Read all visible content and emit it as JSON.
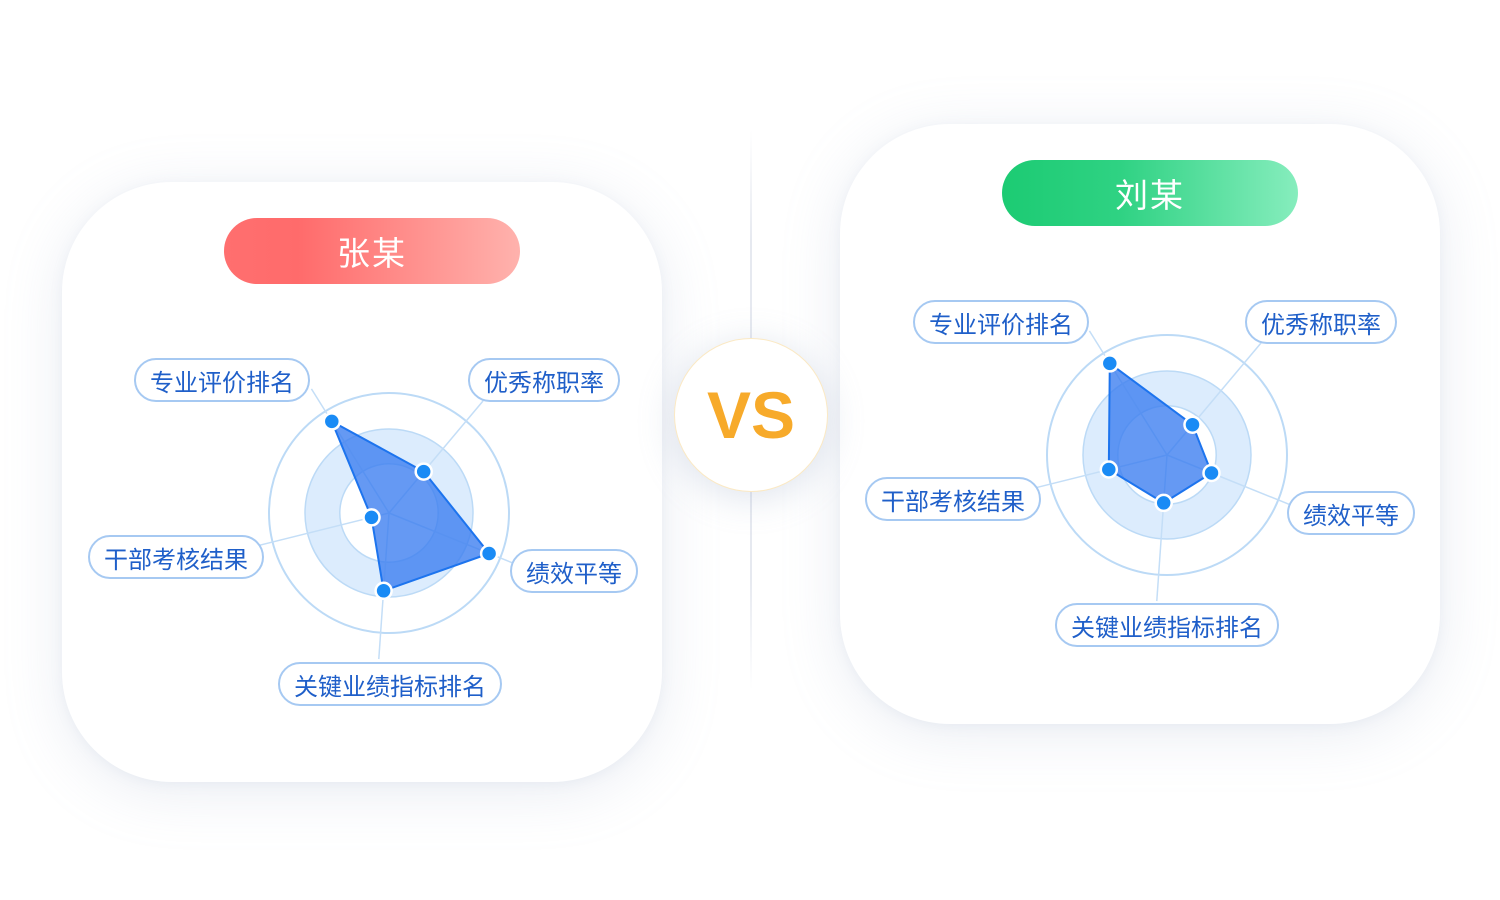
{
  "vs_label": "VS",
  "chart_data": [
    {
      "type": "radar",
      "name": "张某",
      "pill_color": [
        "#ff6b6b",
        "#ffb2ad"
      ],
      "categories": [
        "优秀称职率",
        "绩效平等",
        "关键业绩指标排名",
        "干部考核结果",
        "专业评价排名"
      ],
      "values": [
        0.45,
        0.9,
        0.65,
        0.15,
        0.9
      ],
      "rings": 3,
      "fill_color": "#3a7cf0",
      "point_color": "#1a8bf5"
    },
    {
      "type": "radar",
      "name": "刘某",
      "pill_color": [
        "#1ccb73",
        "#86edbd"
      ],
      "categories": [
        "优秀称职率",
        "绩效平等",
        "关键业绩指标排名",
        "干部考核结果",
        "专业评价排名"
      ],
      "values": [
        0.33,
        0.4,
        0.4,
        0.5,
        0.9
      ],
      "rings": 3,
      "fill_color": "#3a7cf0",
      "point_color": "#1a8bf5"
    }
  ]
}
